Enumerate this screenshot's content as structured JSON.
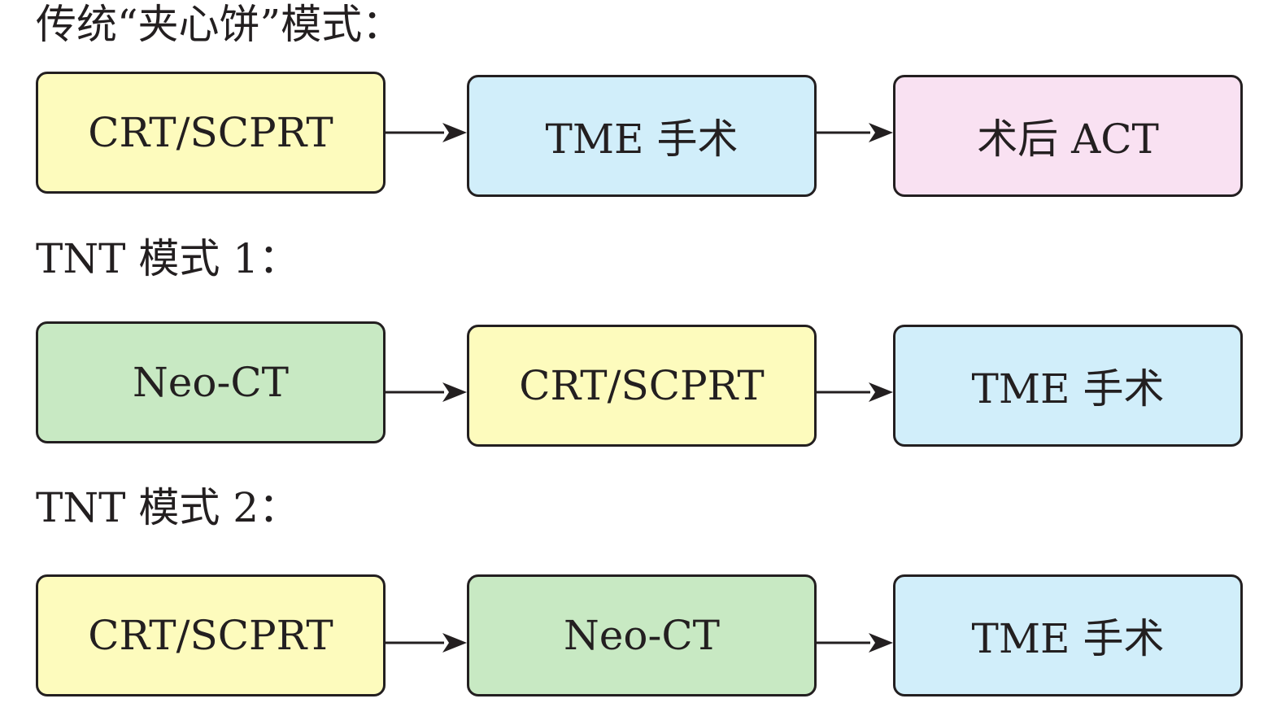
{
  "colors": {
    "yellow": "#fdfbbd",
    "blue": "#d1eefa",
    "pink": "#f9e1f2",
    "green": "#c8e9c3",
    "stroke": "#231f20"
  },
  "rows": [
    {
      "heading": "传统“夹心饼”模式：",
      "steps": [
        {
          "label": "CRT/SCPRT",
          "color": "yellow"
        },
        {
          "label": "TME 手术",
          "color": "blue"
        },
        {
          "label": "术后 ACT",
          "color": "pink"
        }
      ]
    },
    {
      "heading": "TNT 模式 1：",
      "steps": [
        {
          "label": "Neo-CT",
          "color": "green"
        },
        {
          "label": "CRT/SCPRT",
          "color": "yellow"
        },
        {
          "label": "TME 手术",
          "color": "blue"
        }
      ]
    },
    {
      "heading": "TNT 模式 2：",
      "steps": [
        {
          "label": "CRT/SCPRT",
          "color": "yellow"
        },
        {
          "label": "Neo-CT",
          "color": "green"
        },
        {
          "label": "TME 手术",
          "color": "blue"
        }
      ]
    }
  ]
}
